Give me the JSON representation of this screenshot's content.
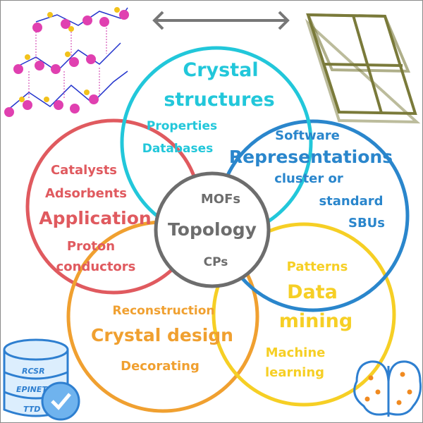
{
  "colors": {
    "crystal": "#22c7da",
    "application": "#e05a5f",
    "representations": "#2a86cc",
    "design": "#f0a030",
    "mining": "#f6cf25",
    "topology": "#6d6d6d"
  },
  "crystal": {
    "title1": "Crystal",
    "title2": "structures",
    "item1": "Properties",
    "item2": "Databases"
  },
  "application": {
    "item1": "Catalysts",
    "item2": "Adsorbents",
    "title": "Application",
    "item3": "Proton",
    "item4": "conductors"
  },
  "representations": {
    "item1": "Software",
    "title": "Representations",
    "item2": "cluster or",
    "item3": "standard",
    "item4": "SBUs"
  },
  "topology": {
    "item1": "MOFs",
    "title": "Topology",
    "item2": "CPs"
  },
  "design": {
    "item1": "Reconstruction",
    "title": "Crystal design",
    "item2": "Decorating"
  },
  "mining": {
    "item1": "Patterns",
    "title1": "Data",
    "title2": "mining",
    "item2": "Machine",
    "item3": "learning"
  },
  "database": {
    "row1": "RCSR",
    "row2": "EPINET",
    "row3": "TTD"
  }
}
